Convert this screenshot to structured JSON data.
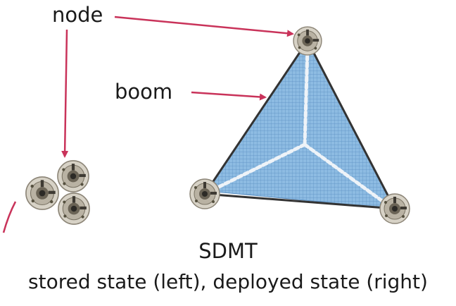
{
  "labels": {
    "node": "node",
    "boom": "boom",
    "title": "SDMT",
    "caption": "stored state (left), deployed state (right)"
  },
  "colors": {
    "arrow": "#c9335a",
    "membrane": "#7fb0dc",
    "membrane_grid": "#5a8fc2",
    "boom": "#333333",
    "node_fill": "#d7d2c6",
    "node_core": "#6b6456",
    "spine": "#ecf1f6"
  },
  "icons": {
    "node": "node-mechanism-icon"
  }
}
